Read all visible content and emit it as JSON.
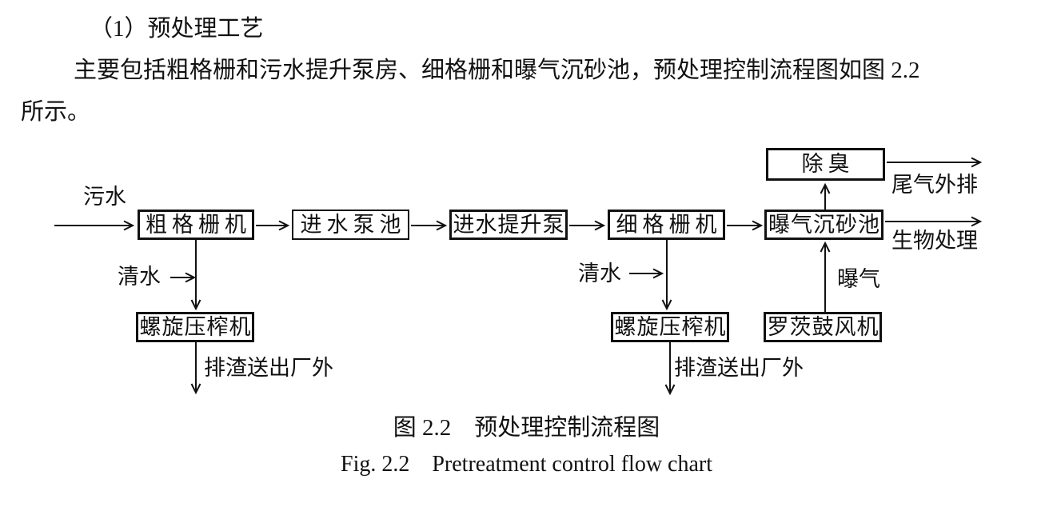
{
  "document": {
    "heading": "（1）预处理工艺",
    "paragraph_lines": [
      "主要包括粗格栅和污水提升泵房、细格栅和曝气沉砂池，预处理控制流程图如图 2.2",
      "所示。"
    ]
  },
  "figure": {
    "boxes": {
      "deodorization": "除臭",
      "coarse_screen": "粗格栅机",
      "inlet_pump_pool": "进水泵池",
      "inlet_lift_pump": "进水提升泵",
      "fine_screen": "细格栅机",
      "aerated_grit_chamber": "曝气沉砂池",
      "screw_press_left": "螺旋压榨机",
      "screw_press_right": "螺旋压榨机",
      "roots_blower": "罗茨鼓风机"
    },
    "labels": {
      "sewage": "污水",
      "tail_gas_discharge": "尾气外排",
      "biological_treatment": "生物处理",
      "clean_water_left": "清水",
      "clean_water_right": "清水",
      "aeration": "曝气",
      "slag_discharge_left": "排渣送出厂外",
      "slag_discharge_right": "排渣送出厂外"
    },
    "caption_zh": "图 2.2　预处理控制流程图",
    "caption_en": "Fig. 2.2　Pretreatment control flow chart"
  },
  "colors": {
    "ink": "#111111",
    "background": "#ffffff"
  }
}
